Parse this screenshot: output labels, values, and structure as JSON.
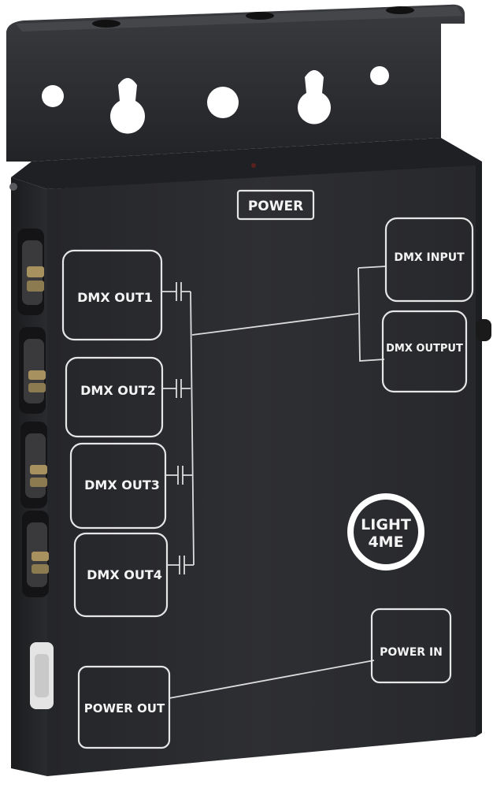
{
  "device": {
    "power_indicator_label": "POWER",
    "outputs": [
      "DMX OUT1",
      "DMX OUT2",
      "DMX OUT3",
      "DMX OUT4"
    ],
    "input_label": "DMX INPUT",
    "thru_label": "DMX OUTPUT",
    "power_in_label": "POWER IN",
    "power_out_label": "POWER OUT",
    "logo": {
      "line1": "LIGHT",
      "line2": "4ME"
    },
    "colors": {
      "body": "#2c2d30",
      "print": "#e8e8e8",
      "bracket": "#303134"
    }
  }
}
